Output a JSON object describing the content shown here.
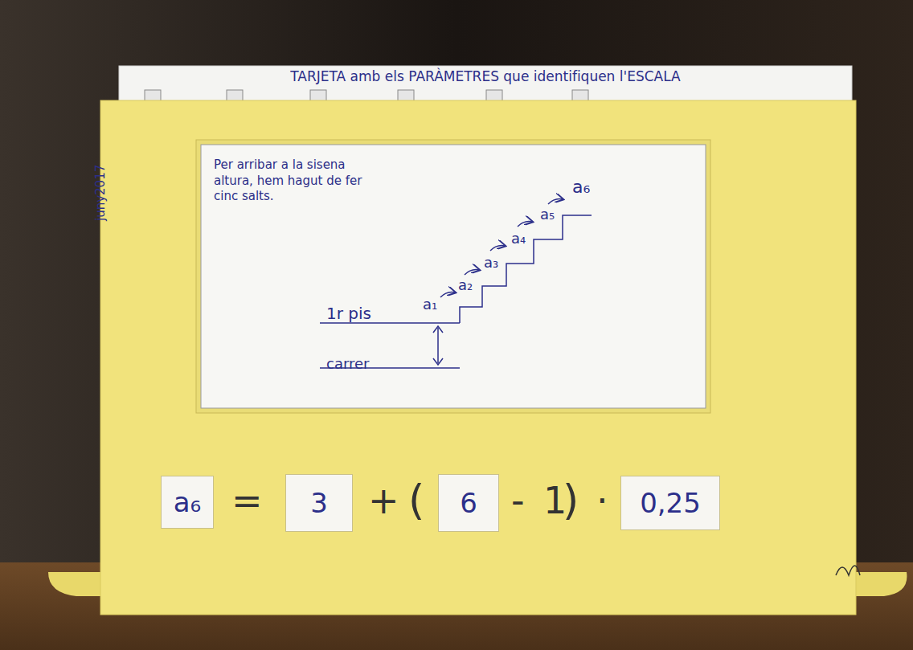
{
  "diagram": {
    "nodes": [
      {
        "text": [
          "TARJETA amb els PARÀMETRES que identifiquen l'ESCALA"
        ]
      },
      {
        "text": [
          "Per arribar a la sisena altura, hem hagut de fer cinc salts."
        ]
      },
      {
        "text": [
          "a₆"
        ]
      },
      {
        "text": [
          "3"
        ]
      },
      {
        "text": [
          "6"
        ]
      },
      {
        "text": [
          "0,25"
        ]
      }
    ],
    "labels": [
      "juny2017",
      "a₁",
      "a₂",
      "a₃",
      "a₄",
      "a₅",
      "a₆",
      "1r pis",
      "carrer",
      "=",
      "+",
      "(",
      "-",
      "1",
      ")",
      "·"
    ]
  }
}
